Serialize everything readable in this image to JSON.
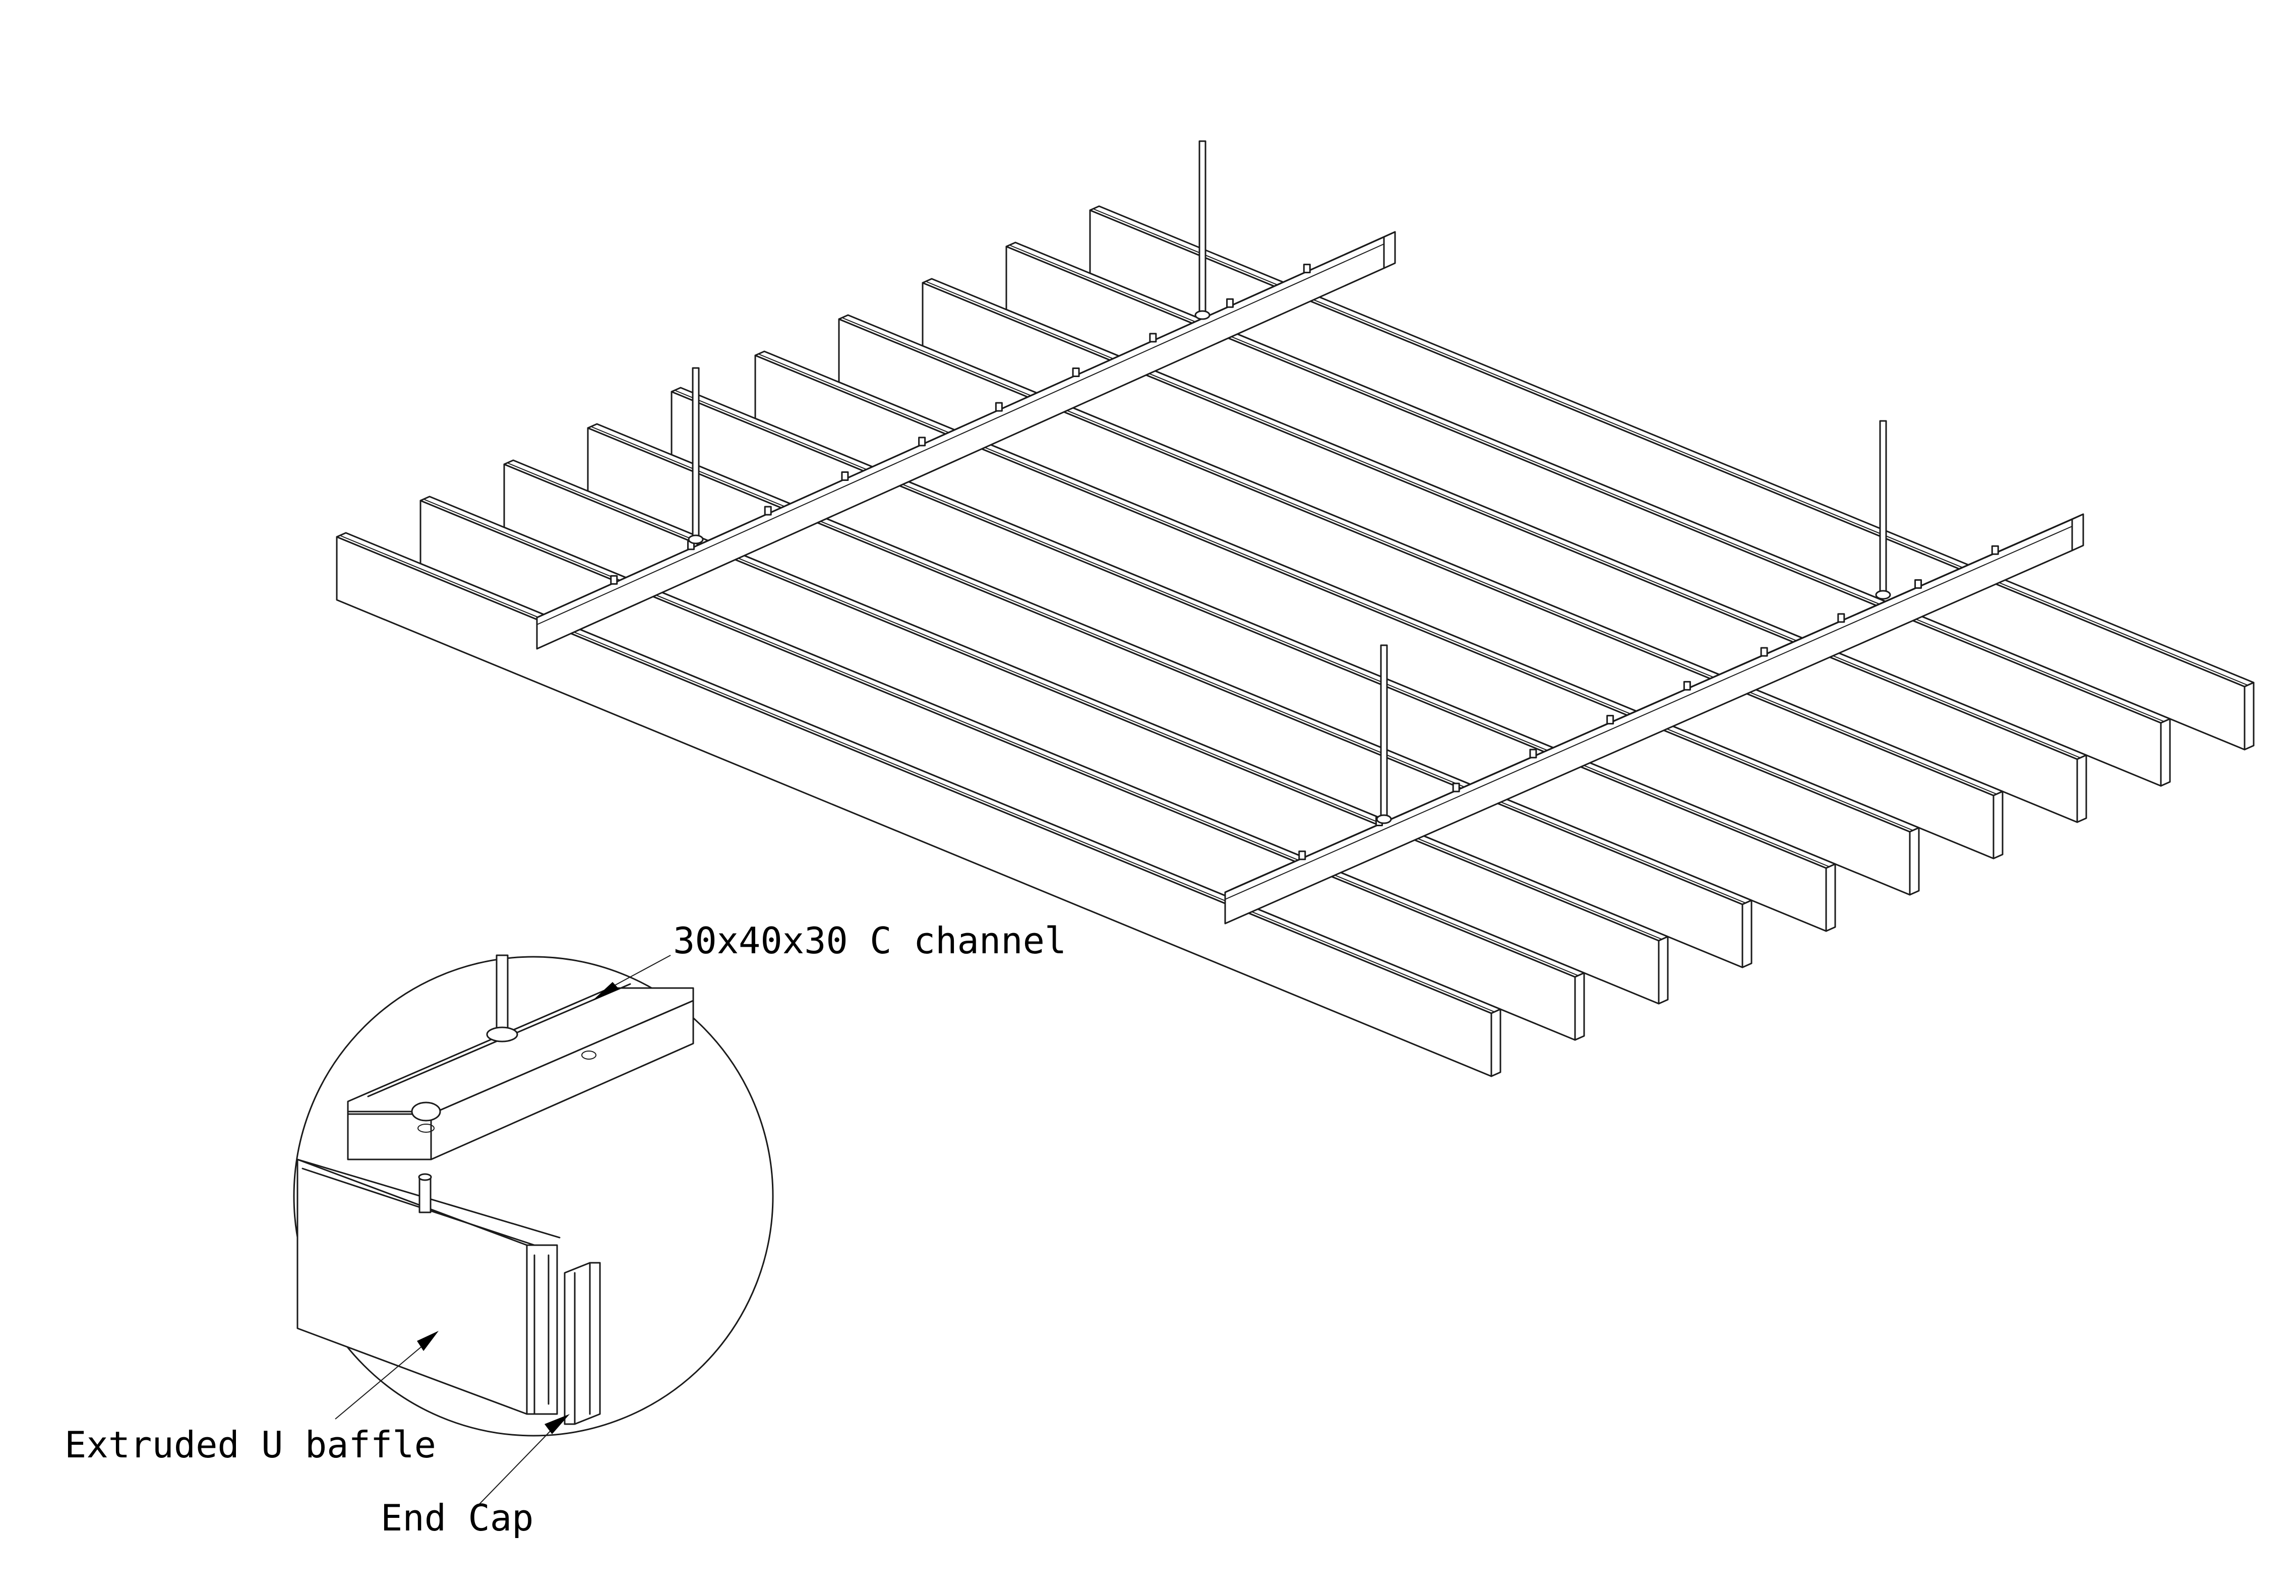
{
  "labels": {
    "channel": "30x40x30 C channel",
    "baffle": "Extruded U baffle",
    "end_cap": "End Cap"
  },
  "colors": {
    "line": "#1a1a1a",
    "background": "#ffffff"
  }
}
